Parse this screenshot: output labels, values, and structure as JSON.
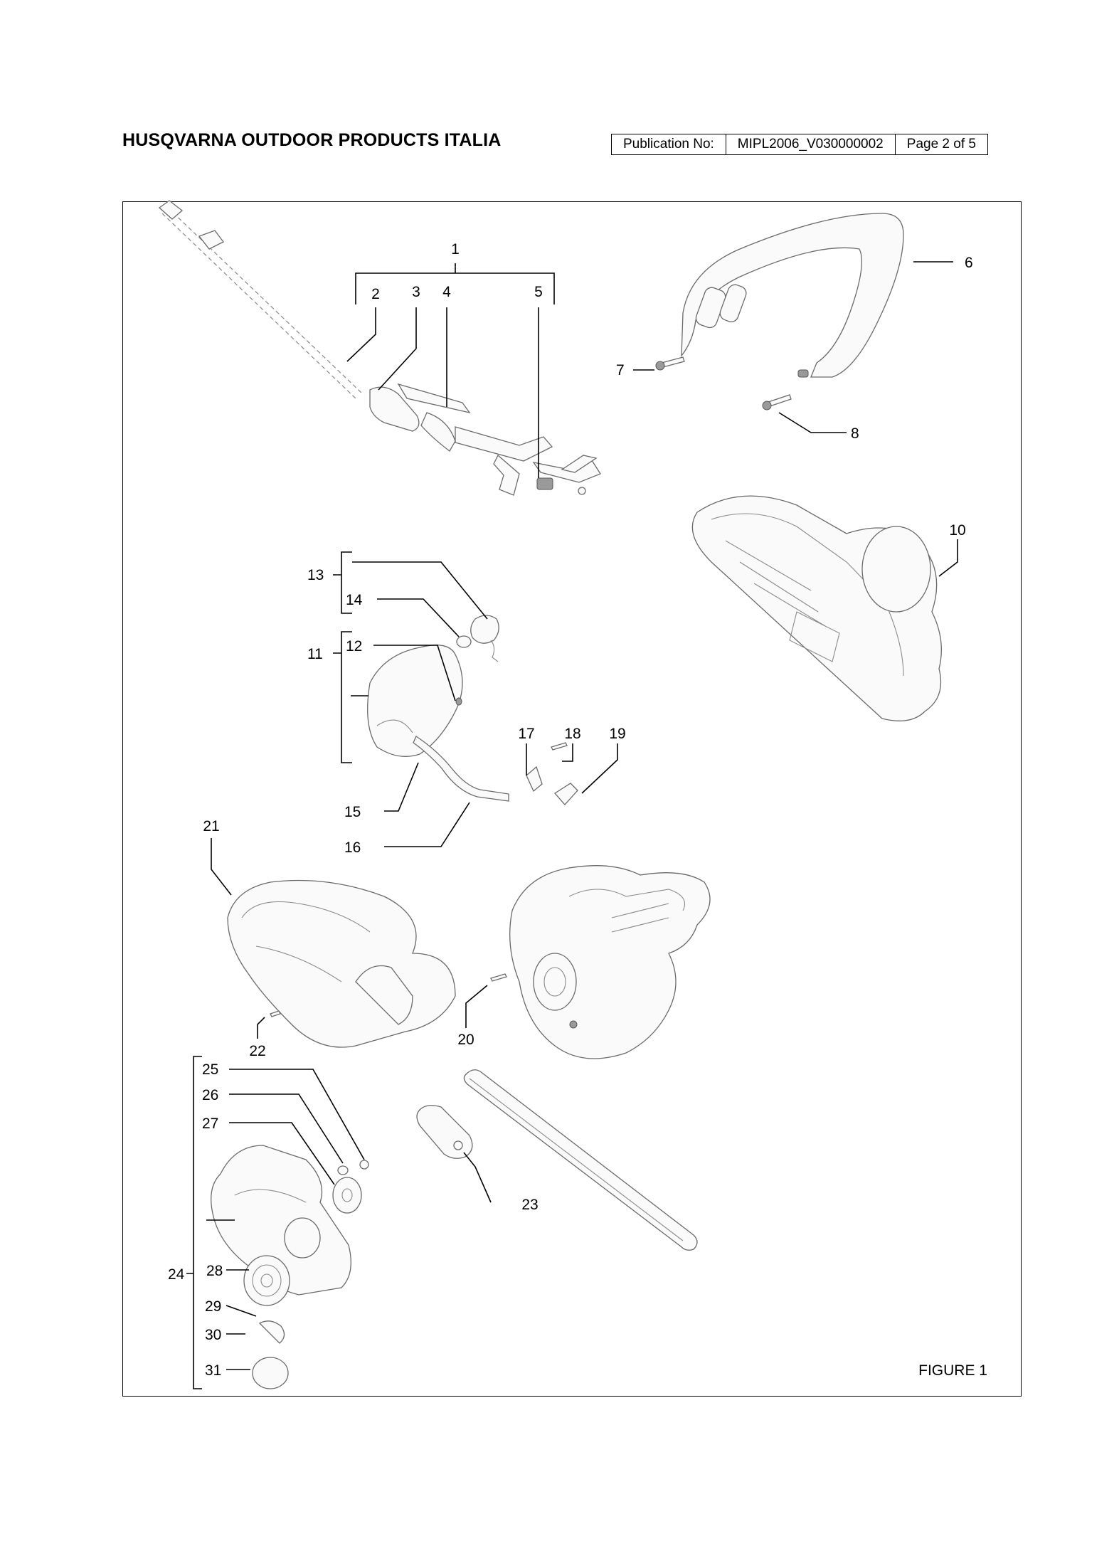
{
  "header": {
    "company": "HUSQVARNA OUTDOOR PRODUCTS ITALIA",
    "publication_label": "Publication No:",
    "publication_number": "MIPL2006_V030000002",
    "page": "Page 2 of 5"
  },
  "figure": {
    "caption": "FIGURE 1",
    "callouts": [
      "1",
      "2",
      "3",
      "4",
      "5",
      "6",
      "7",
      "8",
      "10",
      "11",
      "12",
      "13",
      "14",
      "15",
      "16",
      "17",
      "18",
      "19",
      "20",
      "21",
      "22",
      "23",
      "24",
      "25",
      "26",
      "27",
      "28",
      "29",
      "30",
      "31"
    ]
  }
}
